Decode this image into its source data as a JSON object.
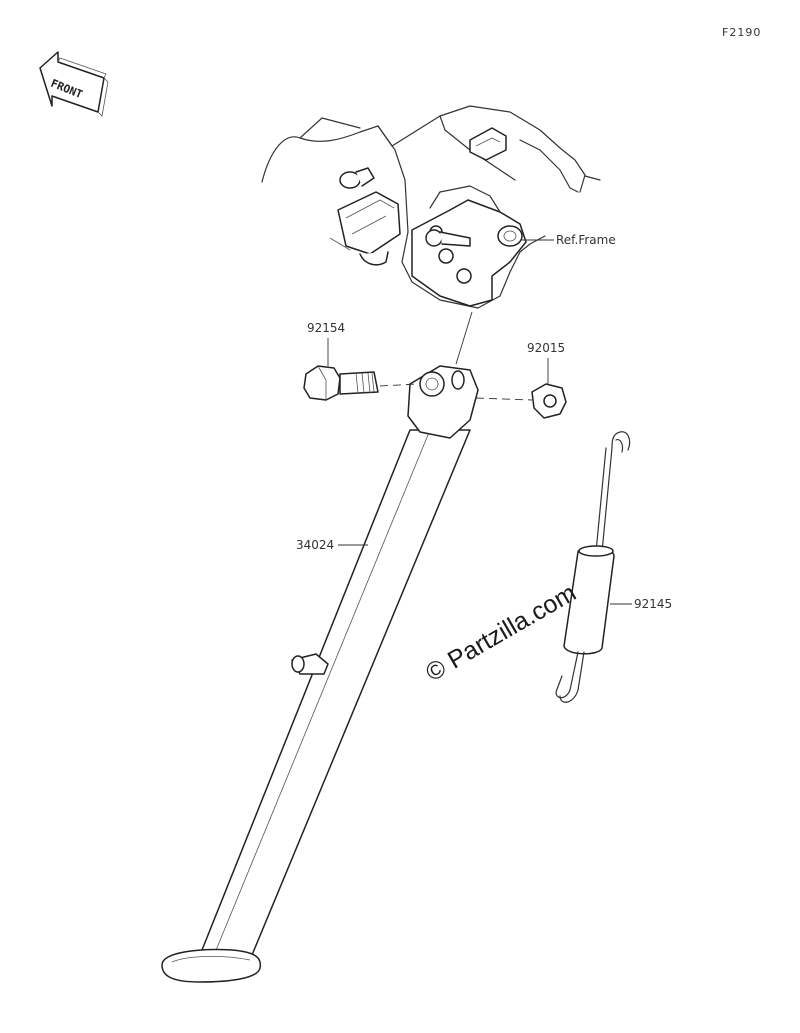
{
  "figure_code": "F2190",
  "front_label": "FRONT",
  "watermark": "© Partzilla.com",
  "ref_label": "Ref.Frame",
  "parts": [
    {
      "number": "92154"
    },
    {
      "number": "92015"
    },
    {
      "number": "34024"
    },
    {
      "number": "92145"
    }
  ],
  "colors": {
    "line": "#333333",
    "background": "#ffffff"
  },
  "icons": [
    "front-arrow-icon"
  ]
}
